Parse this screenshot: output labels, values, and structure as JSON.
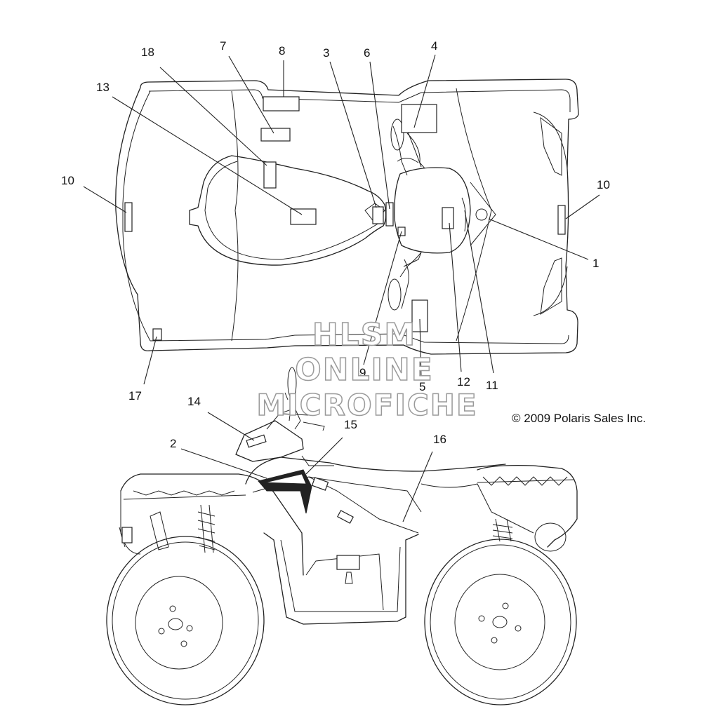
{
  "callouts": {
    "c1": "1",
    "c2": "2",
    "c3": "3",
    "c4": "4",
    "c5": "5",
    "c6": "6",
    "c7": "7",
    "c8": "8",
    "c9": "9",
    "c10a": "10",
    "c10b": "10",
    "c11": "11",
    "c12": "12",
    "c13": "13",
    "c14": "14",
    "c15": "15",
    "c16": "16",
    "c17": "17",
    "c18": "18"
  },
  "watermark": {
    "line1": "HLSM",
    "line2": "ONLINE",
    "line3": "MICROFICHE"
  },
  "copyright": "© 2009 Polaris Sales Inc."
}
